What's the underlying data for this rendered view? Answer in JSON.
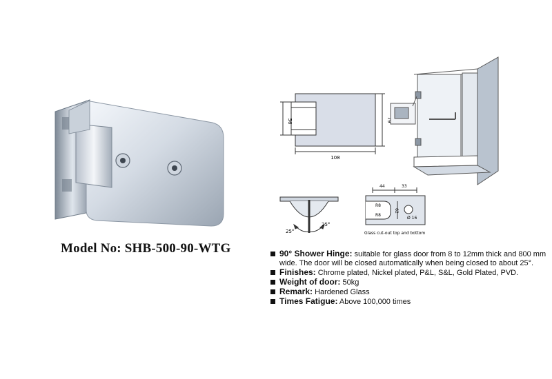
{
  "product": {
    "model_label": "Model No: SHB-500-90-WTG"
  },
  "drawing_top": {
    "dim_height_inner": "56",
    "dim_height_outer": "79",
    "dim_width": "108"
  },
  "drawing_section": {
    "angle_left": "25°",
    "angle_right": "25°"
  },
  "drawing_cutout": {
    "dim_top_left": "44",
    "dim_top_right": "33",
    "radius_1": "R8",
    "radius_2": "R8",
    "dim_height": "62",
    "hole": "Ø 16",
    "caption": "Glass cut-out top and bottom"
  },
  "specs": [
    {
      "label": "90° Shower Hinge:",
      "text": " suitable for glass door from 8 to 12mm thick and  800 mm wide. The door will be closed automatically when being closed to about 25°."
    },
    {
      "label": "Finishes:",
      "text": " Chrome plated, Nickel plated, P&L, S&L, Gold Plated, PVD."
    },
    {
      "label": "Weight of door:",
      "text": " 50kg"
    },
    {
      "label": "Remark:",
      "text": " Hardened Glass"
    },
    {
      "label": "Times Fatigue:",
      "text": " Above 100,000 times"
    }
  ],
  "colors": {
    "chrome_light": "#e9eef4",
    "chrome_mid": "#b9c3cf",
    "chrome_dark": "#6f7b88",
    "drawing_fill": "#d9dee8",
    "line": "#333333"
  }
}
